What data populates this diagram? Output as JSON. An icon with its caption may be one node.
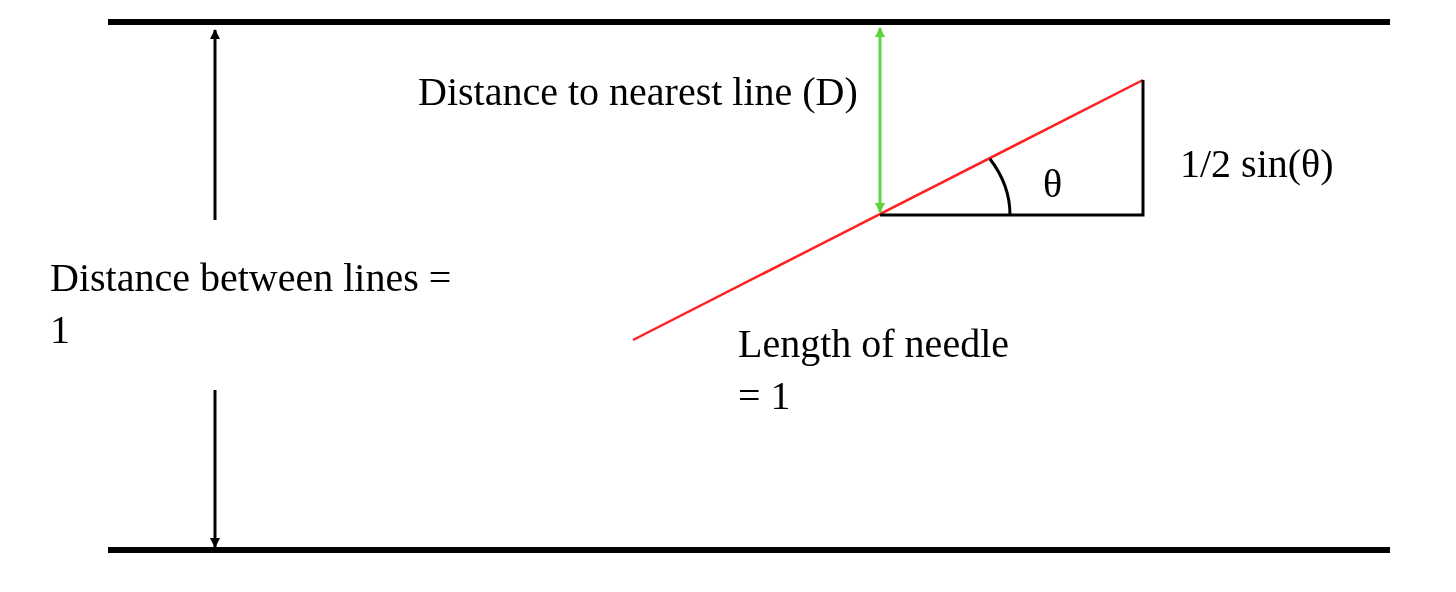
{
  "diagram": {
    "labels": [
      "Distance to nearest line (D)",
      "θ",
      "1/2 sin(θ)",
      "Distance between lines = 1",
      "Length of needle = 1"
    ]
  }
}
